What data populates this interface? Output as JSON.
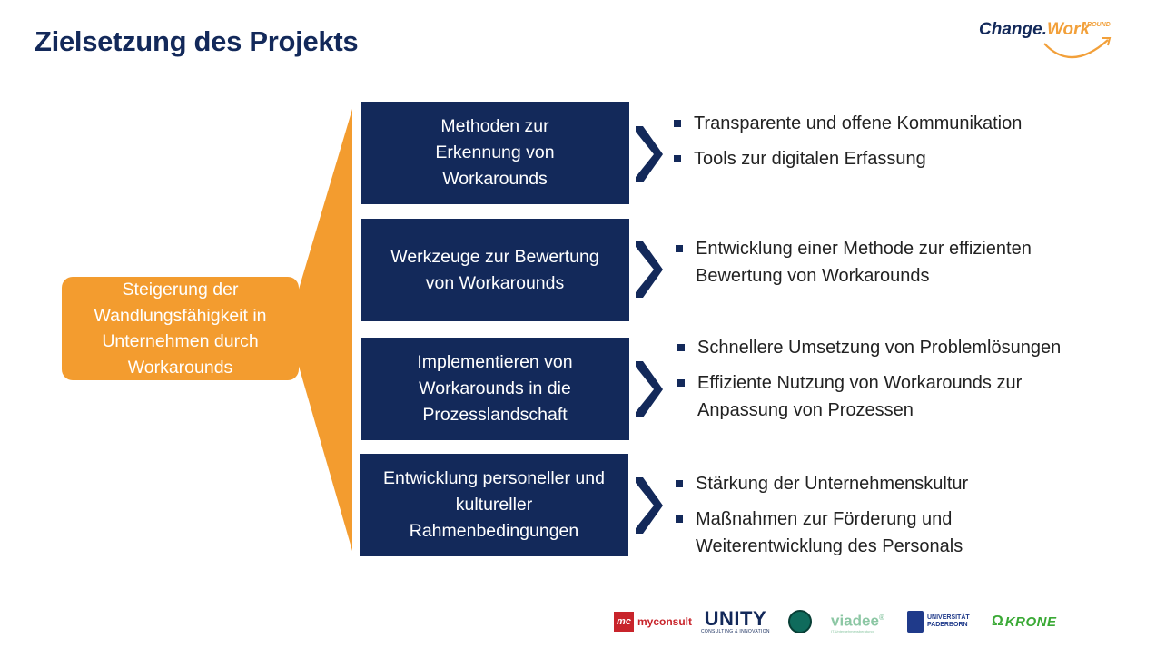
{
  "slide": {
    "title": "Zielsetzung des Projekts"
  },
  "brand": {
    "part1": "Change.",
    "part2": "Work",
    "superscript": "AROUND"
  },
  "goal": {
    "lines": [
      "Steigerung der",
      "Wandlungsfähigkeit in",
      "Unternehmen durch",
      "Workarounds"
    ]
  },
  "objectives": [
    {
      "lines": [
        "Methoden zur",
        "Erkennung von",
        "Workarounds"
      ],
      "bullets": [
        [
          "Transparente und offene Kommunikation"
        ],
        [
          "Tools zur digitalen Erfassung"
        ]
      ]
    },
    {
      "lines": [
        "Werkzeuge zur Bewertung",
        "von Workarounds"
      ],
      "bullets": [
        [
          "Entwicklung einer Methode zur effizienten",
          "Bewertung von Workarounds"
        ]
      ]
    },
    {
      "lines": [
        "Implementieren von",
        "Workarounds in die",
        "Prozesslandschaft"
      ],
      "bullets": [
        [
          "Schnellere Umsetzung von Problemlösungen"
        ],
        [
          "Effiziente Nutzung von Workarounds zur",
          "Anpassung von Prozessen"
        ]
      ]
    },
    {
      "lines": [
        "Entwicklung personeller und",
        "kultureller",
        "Rahmenbedingungen"
      ],
      "bullets": [
        [
          "Stärkung der Unternehmenskultur"
        ],
        [
          "Maßnahmen zur Förderung und",
          "Weiterentwicklung des Personals"
        ]
      ]
    }
  ],
  "partners": {
    "myconsult_mark": "mc",
    "myconsult": "myconsult",
    "unity": "UNITY",
    "unity_sub": "CONSULTING & INNOVATION",
    "viadee": "viadee",
    "viadee_sup": "®",
    "viadee_sub": "IT-Unternehmensberatung",
    "upb_line1": "UNIVERSITÄT",
    "upb_line2": "PADERBORN",
    "krone": "KRONE"
  },
  "colors": {
    "navy": "#13295a",
    "orange": "#f39c2f",
    "text": "#222222"
  }
}
